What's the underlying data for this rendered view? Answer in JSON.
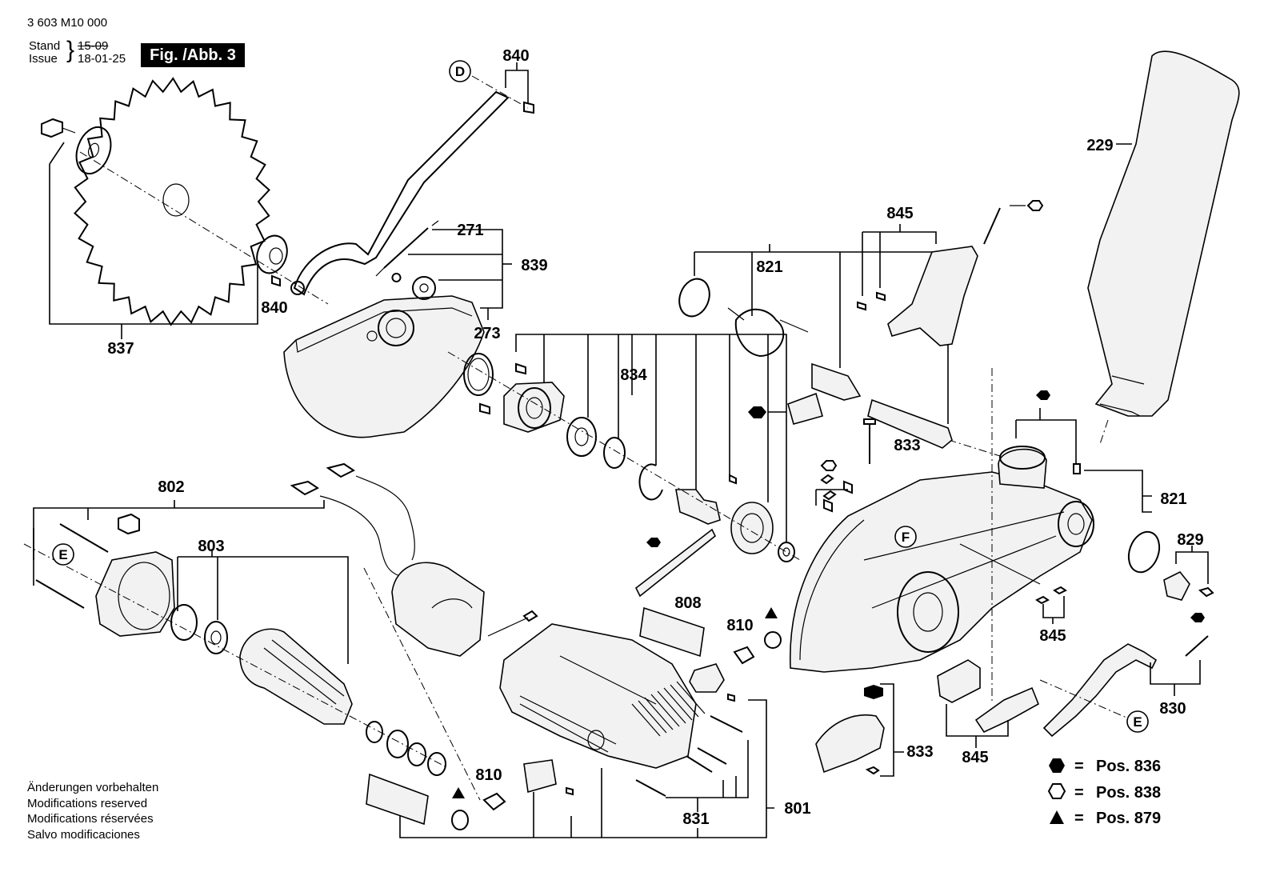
{
  "header": {
    "doc_number": "3 603 M10 000",
    "stand_label": "Stand",
    "issue_label": "Issue",
    "stand_date": "15-09",
    "issue_date": "18-01-25",
    "figure_label": "Fig. /Abb. 3"
  },
  "footer": {
    "notes": [
      "Änderungen vorbehalten",
      "Modifications reserved",
      "Modifications réservées",
      "Salvo modificaciones"
    ]
  },
  "legend": {
    "items": [
      {
        "symbol": "hexagon-filled",
        "eq": "=",
        "text": "Pos. 836"
      },
      {
        "symbol": "hexagon-outline",
        "eq": "=",
        "text": "Pos. 838"
      },
      {
        "symbol": "triangle-filled",
        "eq": "=",
        "text": "Pos. 879"
      }
    ]
  },
  "callouts": {
    "p840_top": "840",
    "p229": "229",
    "p845_top": "845",
    "p821_top": "821",
    "p271": "271",
    "p839": "839",
    "p840_mid": "840",
    "p837": "837",
    "p273": "273",
    "p834": "834",
    "p833_mid": "833",
    "p821_right": "821",
    "p829": "829",
    "p802": "802",
    "p803": "803",
    "p808": "808",
    "p810_mid": "810",
    "p845_mid": "845",
    "p830": "830",
    "p833_bot": "833",
    "p845_bot": "845",
    "p810_bot": "810",
    "p831": "831",
    "p801": "801"
  },
  "markers": {
    "D": "D",
    "E_left": "E",
    "E_right": "E",
    "F": "F"
  }
}
